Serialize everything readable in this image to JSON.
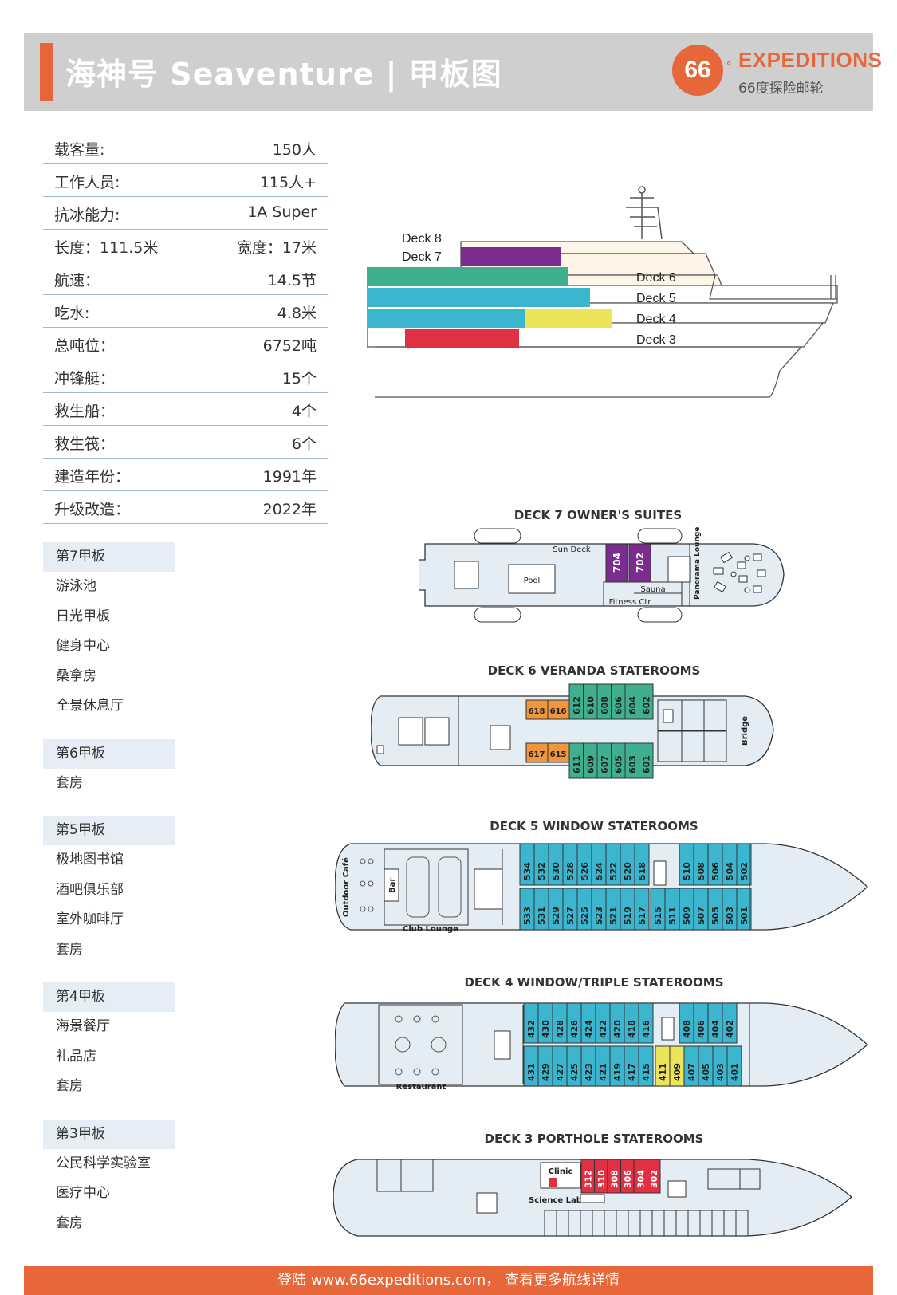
{
  "header": {
    "title": "海神号 Seaventure | 甲板图",
    "logo_mark": "66",
    "logo_name": "EXPEDITIONS",
    "logo_sub": "66度探险邮轮"
  },
  "specs": [
    {
      "k": "载客量:",
      "v": "150人"
    },
    {
      "k": "工作人员:",
      "v": "115人+"
    },
    {
      "k": "抗冰能力:",
      "v": "1A Super"
    },
    {
      "k": "长度：111.5米",
      "v": "宽度：17米"
    },
    {
      "k": "航速：",
      "v": "14.5节"
    },
    {
      "k": "吃水:",
      "v": "4.8米"
    },
    {
      "k": "总吨位：",
      "v": "6752吨"
    },
    {
      "k": "冲锋艇：",
      "v": "15个"
    },
    {
      "k": "救生船：",
      "v": "4个"
    },
    {
      "k": "救生筏：",
      "v": "6个"
    },
    {
      "k": "建造年份：",
      "v": "1991年"
    },
    {
      "k": "升级改造：",
      "v": "2022年"
    }
  ],
  "deck_groups": [
    {
      "head": "第7甲板",
      "items": [
        "游泳池",
        "日光甲板",
        "健身中心",
        "桑拿房",
        "全景休息厅"
      ]
    },
    {
      "head": "第6甲板",
      "items": [
        "套房"
      ]
    },
    {
      "head": "第5甲板",
      "items": [
        "极地图书馆",
        "酒吧俱乐部",
        "室外咖啡厅",
        "套房"
      ]
    },
    {
      "head": "第4甲板",
      "items": [
        "海景餐厅",
        "礼品店",
        "套房"
      ]
    },
    {
      "head": "第3甲板",
      "items": [
        "公民科学实验室",
        "医疗中心",
        "套房"
      ]
    }
  ],
  "side_view": {
    "deck_labels": [
      "Deck 8",
      "Deck 7",
      "Deck 6",
      "Deck 5",
      "Deck 4",
      "Deck 3"
    ]
  },
  "colors": {
    "accent": "#e8673a",
    "deck7": "#7b2d8e",
    "deck6": "#3fb08f",
    "deck5": "#3cb6cf",
    "deck4_yellow": "#ece55a",
    "deck3": "#e03044",
    "suite_orange": "#f0973d",
    "hull": "#e4ecf4"
  },
  "plans": {
    "deck7": {
      "title": "DECK 7 OWNER'S SUITES",
      "labels": {
        "pool": "Pool",
        "sun_deck": "Sun Deck",
        "sauna": "Sauna",
        "fitness": "Fitness Ctr",
        "lounge": "Panorama Lounge"
      },
      "cabins": [
        "704",
        "702"
      ]
    },
    "deck6": {
      "title": "DECK 6 VERANDA STATEROOMS",
      "labels": {
        "bridge": "Bridge"
      },
      "top_orange": [
        "618",
        "616"
      ],
      "top_green": [
        "612",
        "610",
        "608",
        "606",
        "604",
        "602"
      ],
      "bottom_orange": [
        "617",
        "615"
      ],
      "bottom_green": [
        "611",
        "609",
        "607",
        "605",
        "603",
        "601"
      ]
    },
    "deck5": {
      "title": "DECK 5 WINDOW STATEROOMS",
      "labels": {
        "cafe": "Outdoor Café",
        "bar": "Bar",
        "club": "Club Lounge"
      },
      "top_a": [
        "534",
        "532",
        "530",
        "528",
        "526",
        "524",
        "522",
        "520",
        "518"
      ],
      "top_b": [
        "510",
        "508",
        "506",
        "504",
        "502"
      ],
      "bottom_a": [
        "533",
        "531",
        "529",
        "527",
        "525",
        "523",
        "521",
        "519",
        "517"
      ],
      "bottom_b": [
        "515",
        "511",
        "509",
        "507",
        "505",
        "503",
        "501"
      ]
    },
    "deck4": {
      "title": "DECK 4 WINDOW/TRIPLE STATEROOMS",
      "labels": {
        "restaurant": "Restaurant"
      },
      "top_a": [
        "432",
        "430",
        "428",
        "426",
        "424",
        "422",
        "420",
        "418",
        "416"
      ],
      "top_b": [
        "408",
        "406",
        "404",
        "402"
      ],
      "bottom_a": [
        "431",
        "429",
        "427",
        "425",
        "423",
        "421",
        "419",
        "417",
        "415"
      ],
      "bottom_yellow": [
        "411",
        "409"
      ],
      "bottom_b": [
        "407",
        "405",
        "403",
        "401"
      ]
    },
    "deck3": {
      "title": "DECK 3 PORTHOLE STATEROOMS",
      "labels": {
        "clinic": "Clinic",
        "lab": "Science Lab"
      },
      "cabins": [
        "312",
        "310",
        "308",
        "306",
        "304",
        "302"
      ]
    }
  },
  "footer": "登陆 www.66expeditions.com， 查看更多航线详情"
}
